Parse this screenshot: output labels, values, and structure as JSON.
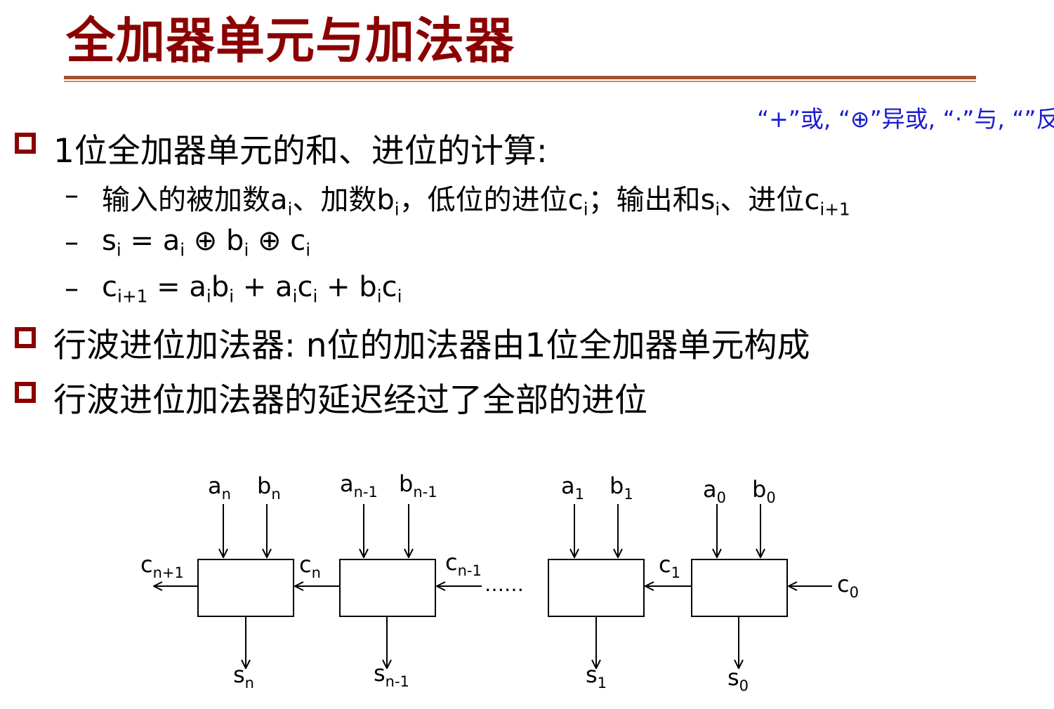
{
  "slide": {
    "title": "全加器单元与加法器",
    "note": "“+”或, “⊕”异或, “·”与, “”反"
  },
  "bullets": [
    {
      "text": "1位全加器单元的和、进位的计算:"
    },
    {
      "text": "行波进位加法器: n位的加法器由1位全加器单元构成"
    },
    {
      "text": "行波进位加法器的延迟经过了全部的进位"
    }
  ],
  "subitems": {
    "dash": "–",
    "inputs": {
      "t1": "输入的被加数",
      "a": "a",
      "i1": "i",
      "t2": "、加数",
      "b": "b",
      "i2": "i",
      "t3": "，低位的进位",
      "c": "c",
      "i3": "i",
      "t4": "；输出和",
      "s": "s",
      "i4": "i",
      "t5": "、进位",
      "c2": "c",
      "i5": "i+1"
    },
    "sum_eq": {
      "s": "s",
      "i1": "i",
      "eq": " = ",
      "a": "a",
      "i2": "i",
      "op1": " ⊕ ",
      "b": "b",
      "i3": "i",
      "op2": " ⊕ ",
      "c": "c",
      "i4": "i"
    },
    "carry_eq": {
      "c": "c",
      "i1": "i+1",
      "eq": " = ",
      "a1": "a",
      "i2": "i",
      "b1": "b",
      "i3": "i",
      "plus1": " + ",
      "a2": "a",
      "i4": "i",
      "c1": "c",
      "i5": "i",
      "plus2": " + ",
      "b2": "b",
      "i6": "i",
      "c2": "c",
      "i7": "i"
    }
  },
  "diagram": {
    "blocks": [
      {
        "a": "a",
        "a_sub": "n",
        "b": "b",
        "b_sub": "n",
        "s": "s",
        "s_sub": "n"
      },
      {
        "a": "a",
        "a_sub": "n-1",
        "b": "b",
        "b_sub": "n-1",
        "s": "s",
        "s_sub": "n-1"
      },
      {
        "a": "a",
        "a_sub": "1",
        "b": "b",
        "b_sub": "1",
        "s": "s",
        "s_sub": "1"
      },
      {
        "a": "a",
        "a_sub": "0",
        "b": "b",
        "b_sub": "0",
        "s": "s",
        "s_sub": "0"
      }
    ],
    "carries": [
      {
        "c": "c",
        "sub": "n+1"
      },
      {
        "c": "c",
        "sub": "n"
      },
      {
        "c": "c",
        "sub": "n-1"
      },
      {
        "c": "c",
        "sub": "1"
      },
      {
        "c": "c",
        "sub": "0"
      }
    ],
    "ellipsis": "……"
  }
}
